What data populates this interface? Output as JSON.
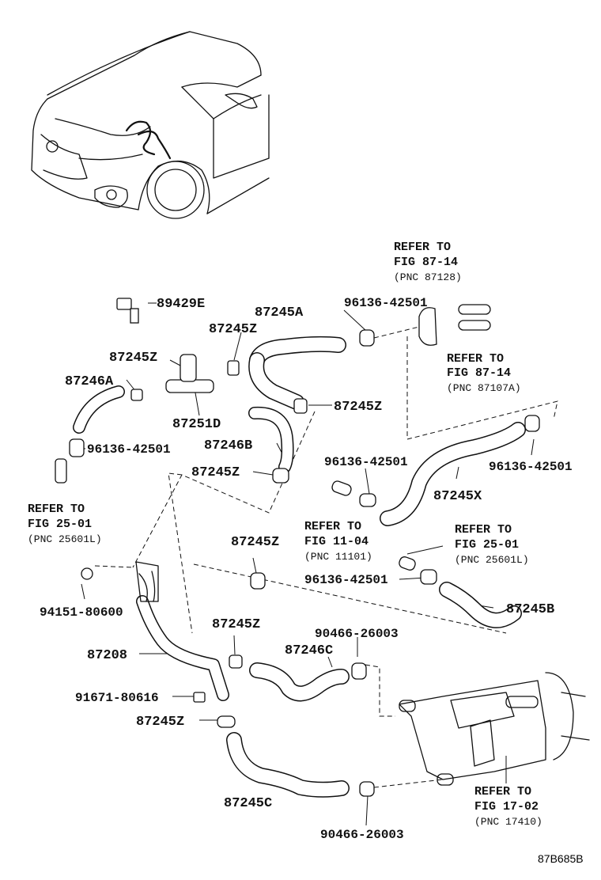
{
  "diagram": {
    "labels": {
      "p89429E": "89429E",
      "p87245A": "87245A",
      "p87245Z_1": "87245Z",
      "p87245Z_2": "87245Z",
      "p87246A": "87246A",
      "p87251D": "87251D",
      "p87245Z_3": "87245Z",
      "p87246B": "87246B",
      "p87245Z_4": "87245Z",
      "p96136_1": "96136-42501",
      "p96136_2": "96136-42501",
      "p96136_3": "96136-42501",
      "p96136_4": "96136-42501",
      "p96136_5": "96136-42501",
      "p87245X": "87245X",
      "p87245Z_5": "87245Z",
      "p87245B": "87245B",
      "p94151": "94151-80600",
      "p87245Z_6": "87245Z",
      "p87208": "87208",
      "p90466_1": "90466-26003",
      "p87246C": "87246C",
      "p91671": "91671-80616",
      "p87245Z_7": "87245Z",
      "p87245C": "87245C",
      "p90466_2": "90466-26003"
    },
    "refs": {
      "ref1": {
        "line1": "REFER TO",
        "line2": "FIG 87-14",
        "line3": "(PNC 87128)"
      },
      "ref2": {
        "line1": "REFER TO",
        "line2": "FIG 87-14",
        "line3": "(PNC 87107A)"
      },
      "ref3": {
        "line1": "REFER TO",
        "line2": "FIG 25-01",
        "line3": "(PNC 25601L)"
      },
      "ref4": {
        "line1": "REFER TO",
        "line2": "FIG 11-04",
        "line3": "(PNC 11101)"
      },
      "ref5": {
        "line1": "REFER TO",
        "line2": "FIG 25-01",
        "line3": "(PNC 25601L)"
      },
      "ref6": {
        "line1": "REFER TO",
        "line2": "FIG 17-02",
        "line3": "(PNC 17410)"
      }
    },
    "figure_code": "87B685B"
  }
}
